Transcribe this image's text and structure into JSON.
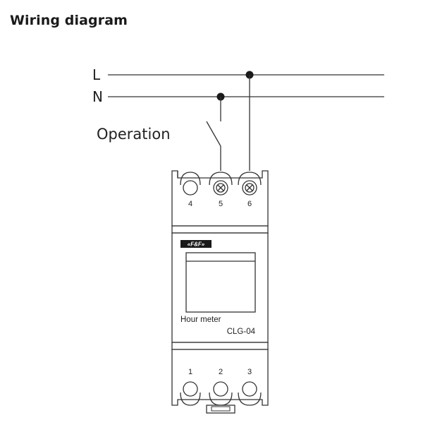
{
  "title": "Wiring diagram",
  "lines": {
    "live": "L",
    "neutral": "N"
  },
  "switch_label": "Operation",
  "device": {
    "brand": "«F&F»",
    "name": "Hour meter",
    "model": "CLG-04",
    "top_terminals": [
      "4",
      "5",
      "6"
    ],
    "bottom_terminals": [
      "1",
      "2",
      "3"
    ]
  }
}
